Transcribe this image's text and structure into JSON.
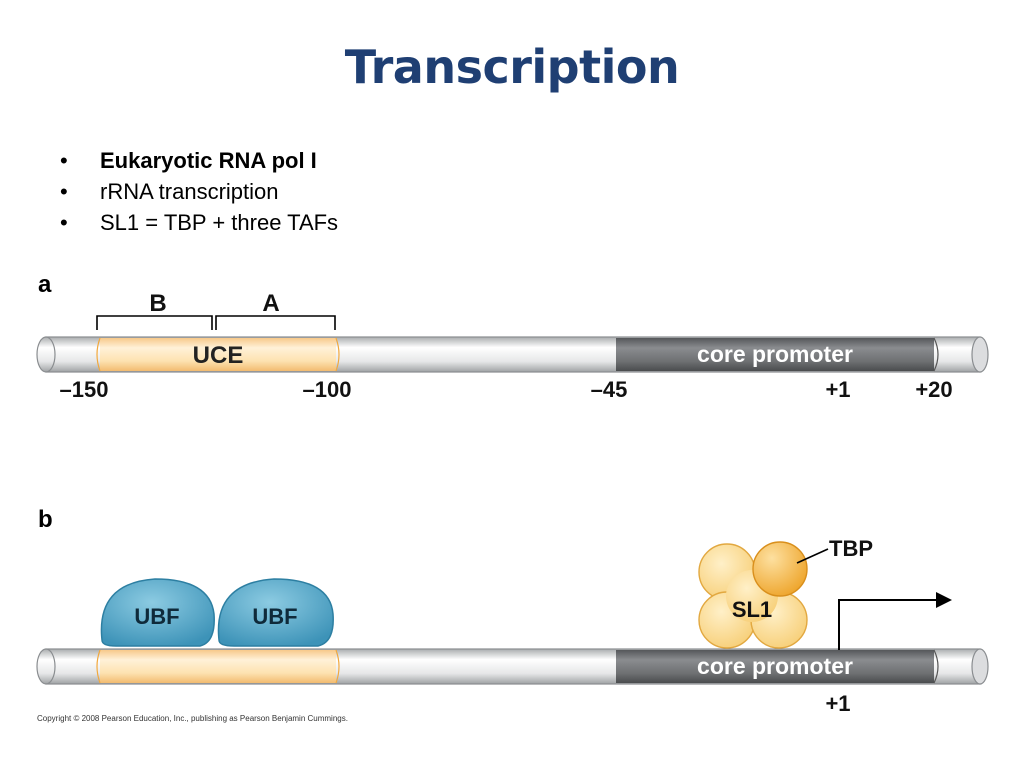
{
  "slide": {
    "title": "Transcription",
    "bullets": [
      "Eukaryotic RNA pol I",
      "rRNA transcription",
      "SL1 = TBP + three TAFs"
    ],
    "copyright": "Copyright © 2008 Pearson Education, Inc., publishing as Pearson Benjamin Cummings."
  },
  "panel_a": {
    "label": "a",
    "bracket_b": "B",
    "bracket_a": "A",
    "uce_label": "UCE",
    "core_label": "core promoter",
    "positions": [
      "–150",
      "–100",
      "–45",
      "+1",
      "+20"
    ]
  },
  "panel_b": {
    "label": "b",
    "ubf1": "UBF",
    "ubf2": "UBF",
    "sl1": "SL1",
    "tbp": "TBP",
    "core_label": "core promoter",
    "start_site": "+1"
  },
  "colors": {
    "title": "#1f3f73",
    "uce": "#fde2b0",
    "core": "#6f7173",
    "ubf": "#4fa6c8",
    "sl1": "#fbd98a",
    "tbp": "#f5b63c"
  }
}
